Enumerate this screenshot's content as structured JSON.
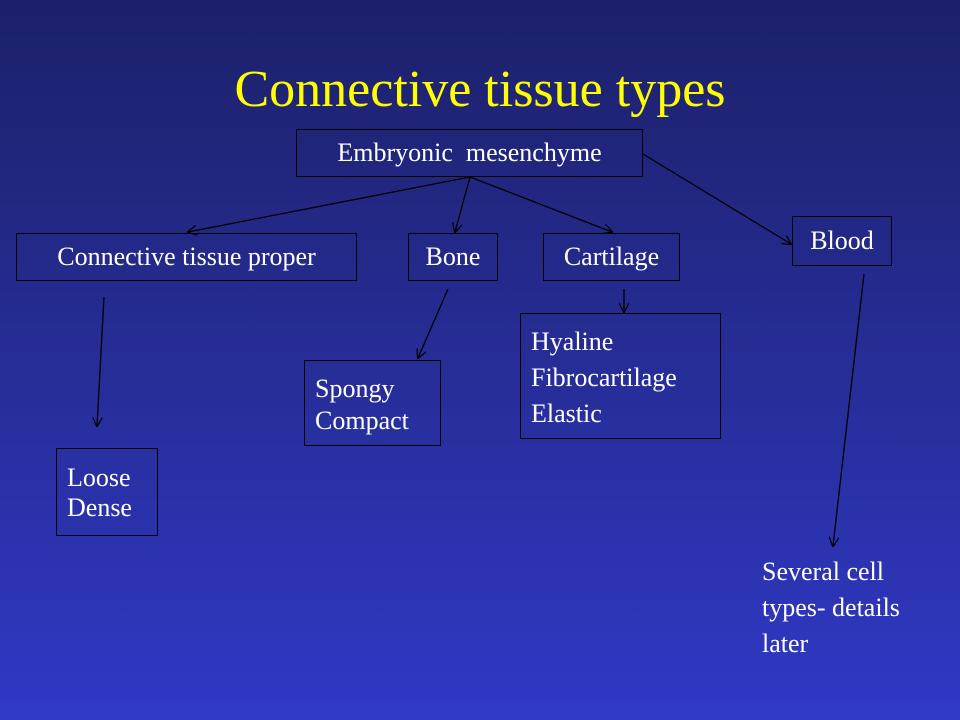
{
  "slide": {
    "title": "Connective tissue types",
    "nodes": {
      "root": "Embryonic  mesenchyme",
      "ctp": "Connective tissue proper",
      "bone": "Bone",
      "cartilage": "Cartilage",
      "blood": "Blood"
    },
    "children": {
      "ctp": [
        "Loose",
        "Dense"
      ],
      "bone": [
        "Spongy",
        "Compact"
      ],
      "cartilage": [
        "Hyaline",
        "Fibrocartilage",
        "Elastic"
      ],
      "blood": [
        "Several cell",
        "types- details",
        "later"
      ]
    }
  },
  "colors": {
    "title": "#ffff00",
    "text": "#ffffff",
    "lines": "#000000",
    "background_top": "#1c2069",
    "background_bottom": "#3038c6"
  }
}
